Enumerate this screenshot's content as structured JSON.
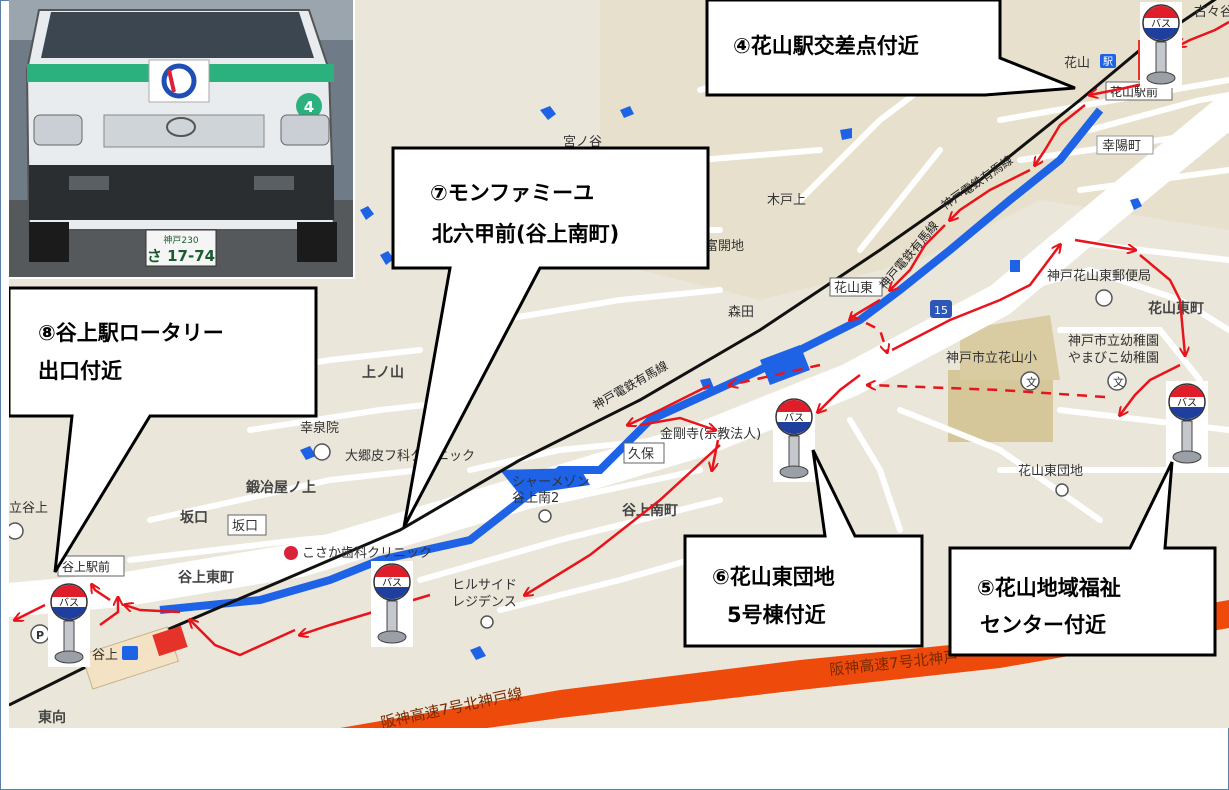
{
  "callouts": {
    "stop4": "④花山駅交差点付近",
    "stop5_line1": "⑤花山地域福祉",
    "stop5_line2": "センター付近",
    "stop6_line1": "⑥花山東団地",
    "stop6_line2": "5号棟付近",
    "stop7_line1": "⑦モンファミーユ",
    "stop7_line2": "北六甲前(谷上南町)",
    "stop8_line1": "⑧谷上駅ロータリー",
    "stop8_line2": "出口付近"
  },
  "bus_sign_text": "バス",
  "bus_photo": {
    "badge_number": "4",
    "plate_line1": "神戸230",
    "plate_line2": "さ 17-74"
  },
  "map_labels": {
    "hanayama_station": "花山",
    "hanayama_ekimae": "花山駅前",
    "koyo_cho": "幸陽町",
    "kitoue": "木戸上",
    "kurikai": "富開地",
    "morita": "森田",
    "hanayama_higashi_signal": "花山東",
    "route15": "15",
    "kobe_hanayama_post": "神戸花山東郵便局",
    "hanayama_higashi_cho": "花山東町",
    "kindergarten1": "神戸市立幼稚園",
    "kindergarten2": "やまびこ幼稚園",
    "hanayama_elementary": "神戸市立花山小",
    "hanayama_higashi_danchi": "花山東団地",
    "kongoji": "金剛寺(宗教法人)",
    "kubo": "久保",
    "charmant": "シャーメゾン",
    "tanigami_minami2": "谷上南2",
    "tanigami_minami_cho": "谷上南町",
    "kounosawa": "上ノ山",
    "kosenin": "幸泉院",
    "okyo_clinic": "大郷皮フ科クリニック",
    "kajiya_nokami": "鍛冶屋ノ上",
    "sakaguchi1": "坂口",
    "sakaguchi2": "坂口",
    "kosaka_dental": "こさか歯科クリニック",
    "tanigami_higashi_cho": "谷上東町",
    "hillside1": "ヒルサイド",
    "hillside2": "レジデンス",
    "tanigami_ekimae": "谷上駅前",
    "tanigami_station": "谷上",
    "higashimuki": "東向",
    "tachi_tanigami": "立谷上",
    "rail_kobe_dentetsu_1": "神戸電鉄有馬線",
    "rail_kobe_dentetsu_2": "神戸電鉄有馬線",
    "rail_kobe_dentetsu_3": "神戸電鉄有馬線",
    "expressway1": "阪神高速7号北神戸線",
    "expressway2": "阪神高速7号北神戸",
    "kunitani": "宮ノ谷",
    "komagatani": "古々谷"
  }
}
